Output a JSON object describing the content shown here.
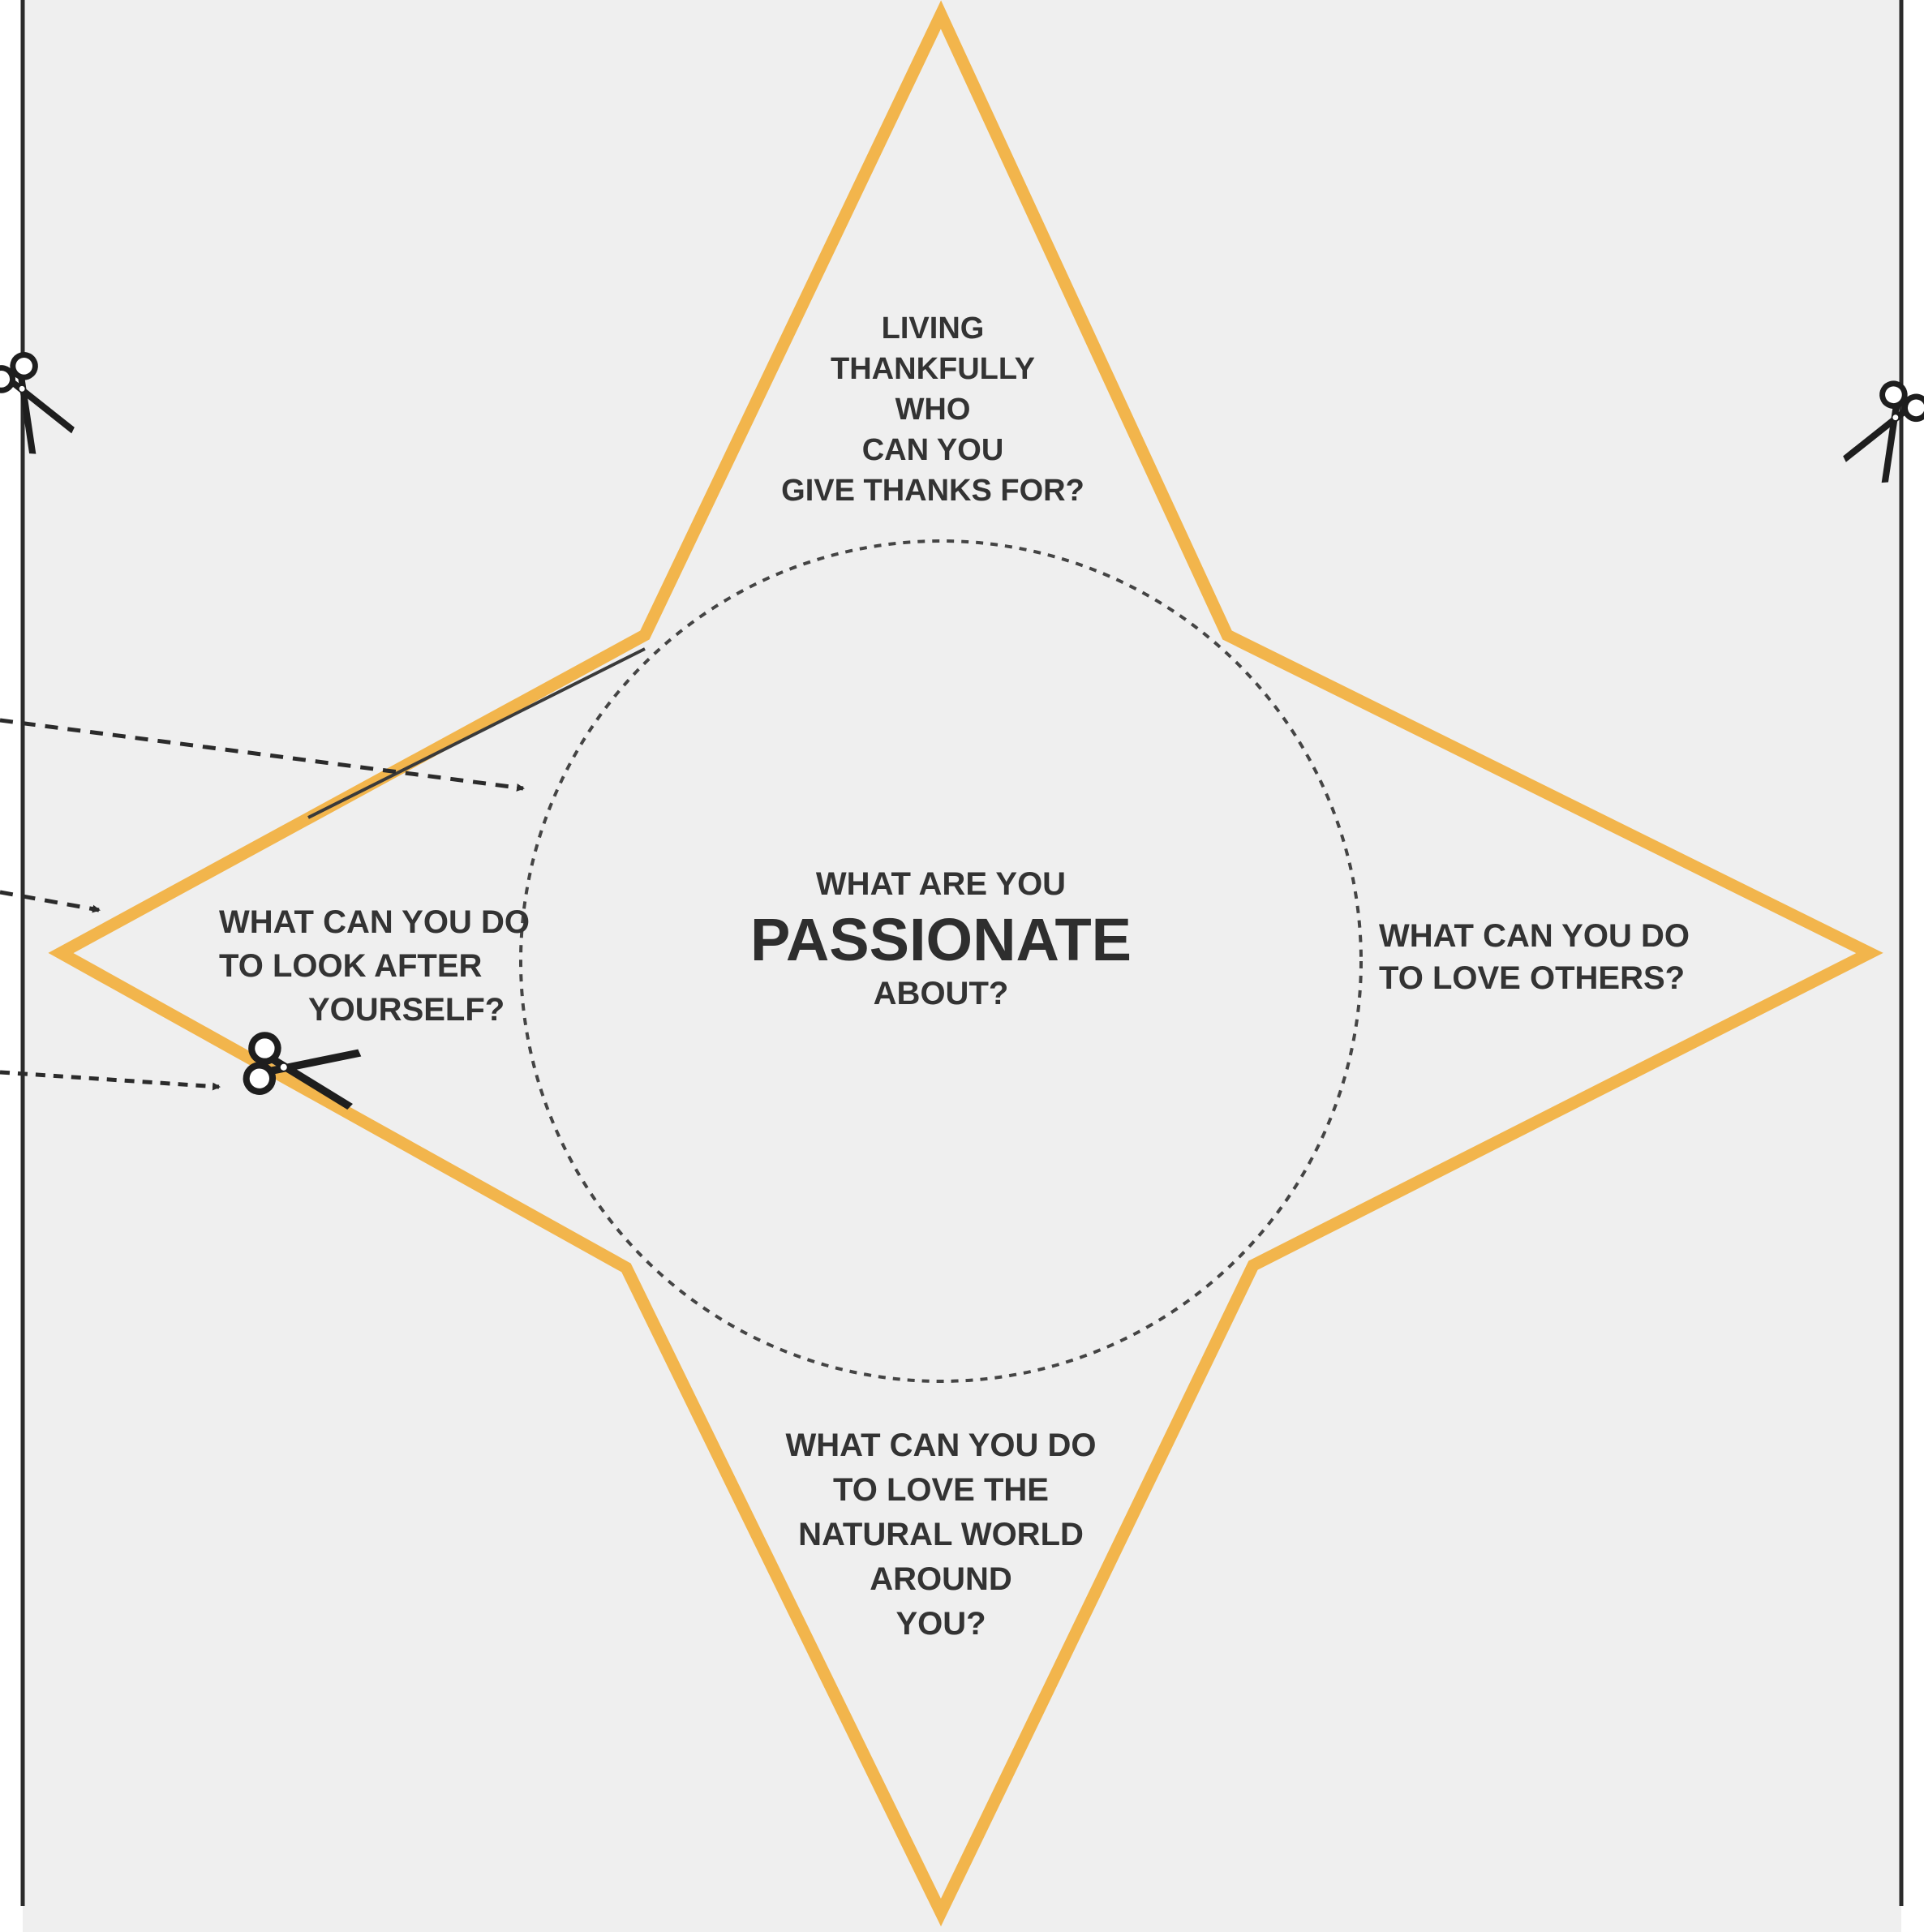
{
  "colors": {
    "background": "#efefef",
    "star_outline": "#f2b54c",
    "text": "#333333",
    "cut_line": "#2b2b2b",
    "dotted_circle": "#444444"
  },
  "icons": [
    "scissors-icon",
    "arrow-right-icon"
  ],
  "center": {
    "pre": "WHAT ARE YOU",
    "main": "PASSIONATE",
    "post": "ABOUT?"
  },
  "points": {
    "top": [
      "LIVING",
      "THANKFULLY",
      "WHO",
      "CAN YOU",
      "GIVE THANKS FOR?"
    ],
    "left": [
      "WHAT CAN YOU DO",
      "TO LOOK AFTER",
      "YOURSELF?"
    ],
    "right": [
      "WHAT CAN YOU DO",
      "TO LOVE OTHERS?"
    ],
    "bottom": [
      "WHAT CAN YOU DO",
      "TO LOVE THE",
      "NATURAL WORLD",
      "AROUND",
      "YOU?"
    ]
  }
}
